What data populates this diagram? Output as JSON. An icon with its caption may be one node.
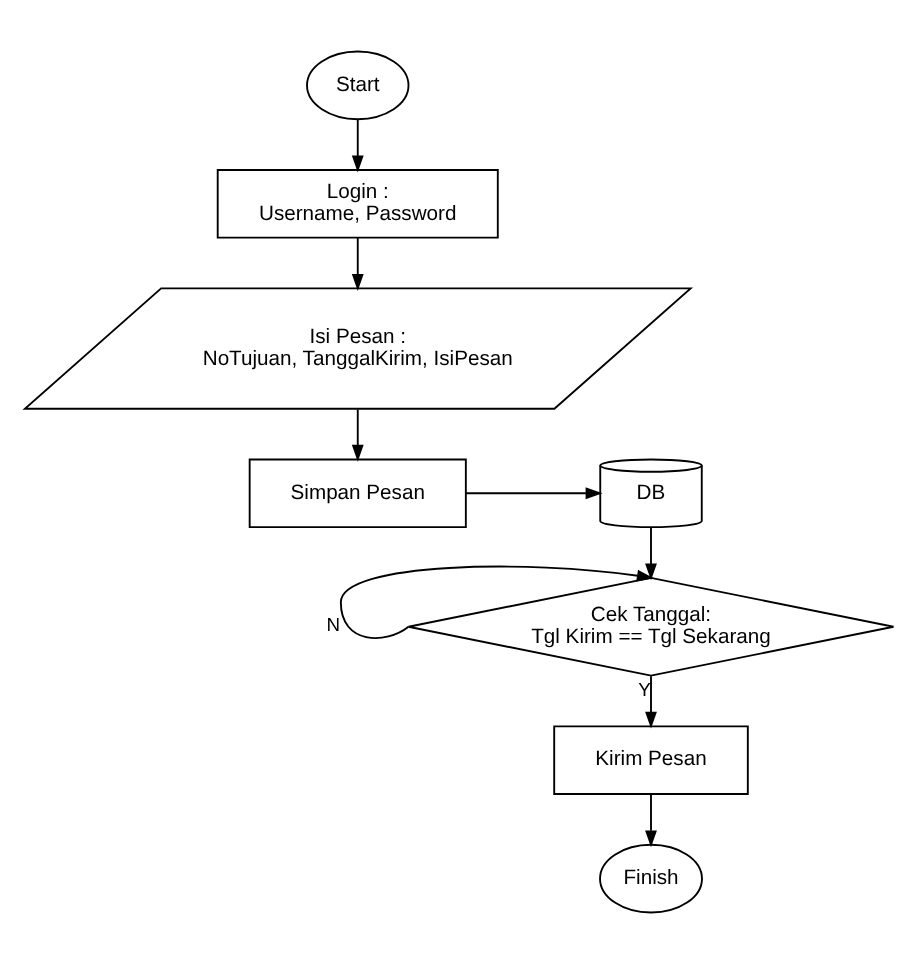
{
  "diagram": {
    "nodes": [
      {
        "text": [
          "Start"
        ]
      },
      {
        "text": [
          "Login :",
          "Username, Password"
        ]
      },
      {
        "text": [
          "Isi Pesan :",
          "NoTujuan, TanggalKirim, IsiPesan"
        ]
      },
      {
        "text": [
          "Simpan Pesan"
        ]
      },
      {
        "text": [
          "DB"
        ]
      },
      {
        "text": [
          "Cek Tanggal:",
          "Tgl Kirim == Tgl Sekarang"
        ]
      },
      {
        "text": [
          "Kirim Pesan"
        ]
      },
      {
        "text": [
          "Finish"
        ]
      }
    ],
    "edges": [
      {
        "from": 0,
        "to": 1,
        "arrow": "to"
      },
      {
        "from": 1,
        "to": 2,
        "arrow": "to"
      },
      {
        "from": 2,
        "to": 3,
        "arrow": "to"
      },
      {
        "from": 3,
        "to": 4,
        "arrow": "to"
      },
      {
        "from": 4,
        "to": 5,
        "arrow": "to"
      },
      {
        "from": 5,
        "to": 5,
        "label": "N",
        "arrow": "to"
      },
      {
        "from": 5,
        "to": 6,
        "label": "Y",
        "arrow": "to"
      },
      {
        "from": 6,
        "to": 7,
        "arrow": "to"
      }
    ]
  }
}
